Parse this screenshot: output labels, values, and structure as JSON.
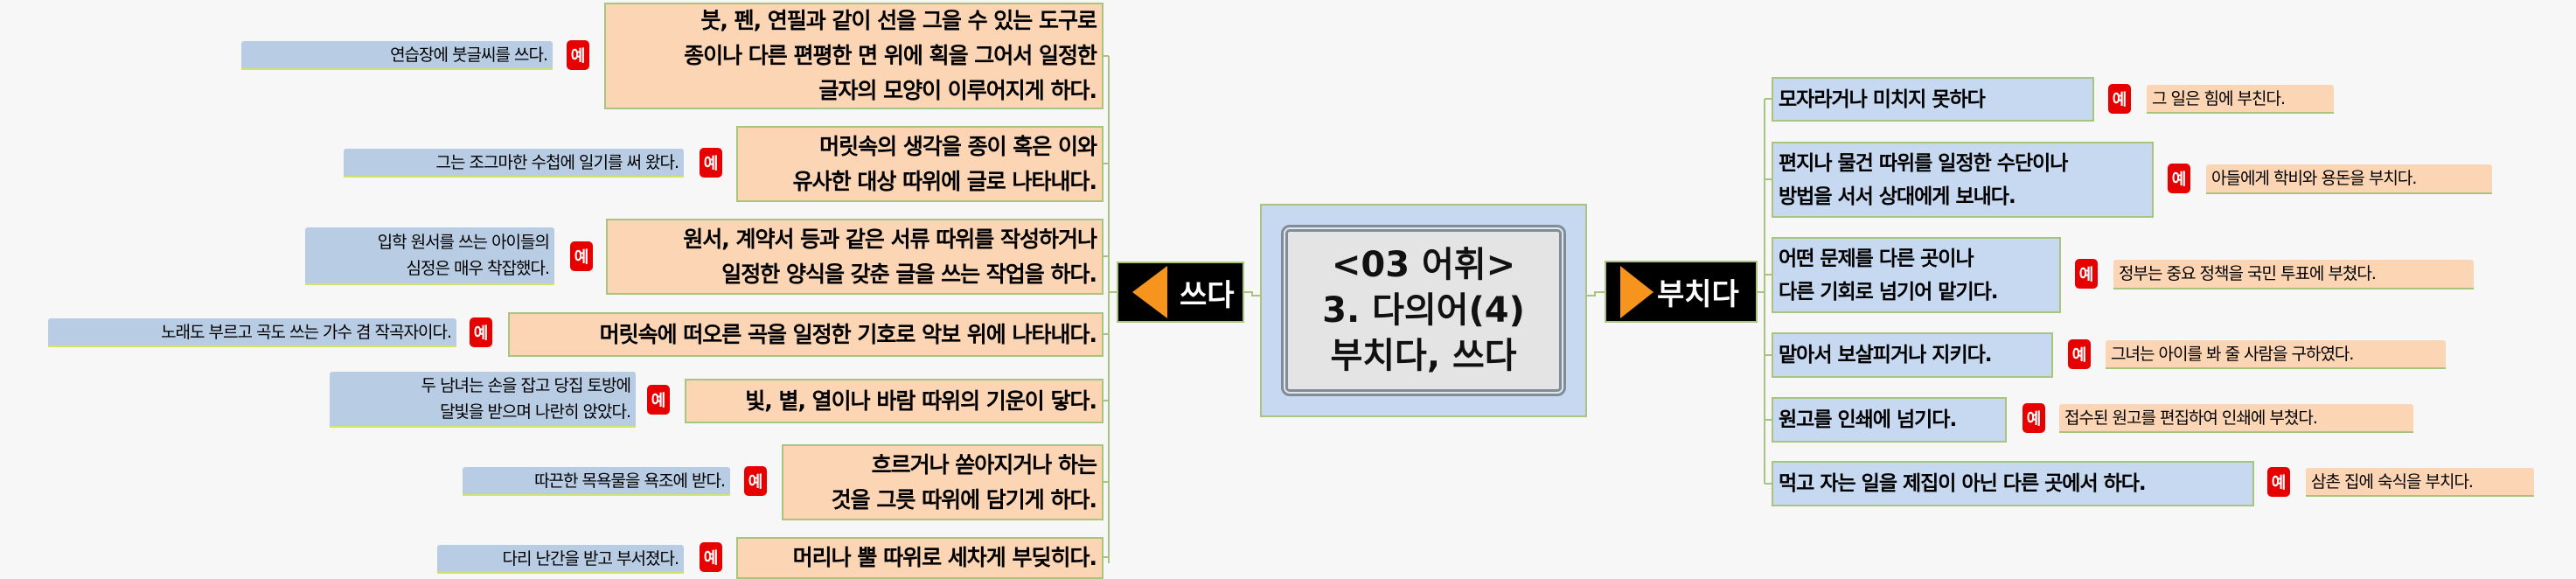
{
  "center": {
    "line1": "<03 어휘>",
    "line2": "3. 다의어(4)",
    "line3": "부치다, 쓰다"
  },
  "example_marker": "예",
  "colors": {
    "left_definition": "#fcd5b5",
    "left_example": "#b8cce4",
    "right_definition": "#c6d9f1",
    "right_example": "#fcd5b5",
    "marker": "#e60000",
    "branch_arrow": "#f7941d",
    "connector": "#a9c47f"
  },
  "left": {
    "label": "쓰다",
    "items": [
      {
        "definition": "붓, 펜, 연필과 같이 선을 그을 수 있는 도구로\n종이나 다른 편평한 면 위에 획을 그어서 일정한\n글자의 모양이 이루어지게 하다.",
        "example": "연습장에 붓글씨를 쓰다."
      },
      {
        "definition": "머릿속의 생각을 종이 혹은 이와\n유사한 대상 따위에 글로 나타내다.",
        "example": "그는 조그마한 수첩에 일기를 써 왔다."
      },
      {
        "definition": "원서, 계약서 등과 같은 서류 따위를 작성하거나\n일정한 양식을 갖춘 글을 쓰는 작업을 하다.",
        "example": "입학 원서를 쓰는 아이들의\n심정은 매우 착잡했다."
      },
      {
        "definition": "머릿속에 떠오른 곡을 일정한 기호로 악보 위에 나타내다.",
        "example": "노래도 부르고 곡도 쓰는 가수 겸 작곡자이다."
      },
      {
        "definition": "빛, 볕, 열이나 바람 따위의 기운이 닿다.",
        "example": "두 남녀는 손을 잡고 당집 토방에\n달빛을 받으며 나란히 앉았다."
      },
      {
        "definition": "흐르거나 쏟아지거나 하는\n것을 그릇 따위에 담기게 하다.",
        "example": "따끈한 목욕물을 욕조에 받다."
      },
      {
        "definition": "머리나 뿔 따위로 세차게 부딪히다.",
        "example": "다리 난간을 받고 부서졌다."
      }
    ]
  },
  "right": {
    "label": "부치다",
    "items": [
      {
        "definition": "모자라거나 미치지 못하다",
        "example": "그 일은 힘에 부친다."
      },
      {
        "definition": "편지나 물건 따위를 일정한 수단이나\n방법을 서서 상대에게 보내다.",
        "example": "아들에게 학비와 용돈을 부치다."
      },
      {
        "definition": "어떤 문제를 다른 곳이나\n다른 기회로 넘기어 맡기다.",
        "example": "정부는 중요 정책을 국민 투표에 부쳤다."
      },
      {
        "definition": "맡아서 보살피거나 지키다.",
        "example": "그녀는 아이를 봐 줄 사람을 구하였다."
      },
      {
        "definition": "원고를 인쇄에 넘기다.",
        "example": "접수된 원고를 편집하여 인쇄에 부쳤다."
      },
      {
        "definition": "먹고 자는 일을 제집이 아닌 다른 곳에서 하다.",
        "example": "삼촌 집에 숙식을 부치다."
      }
    ]
  }
}
